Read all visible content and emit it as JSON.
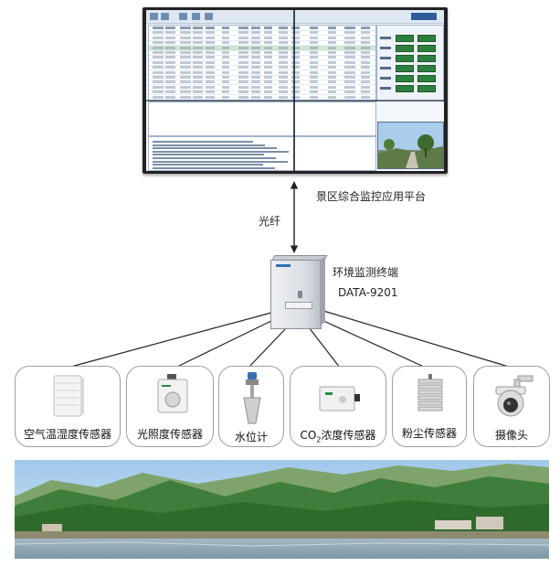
{
  "platform": {
    "label": "景区综合监控应用平台"
  },
  "link": {
    "label": "光纤"
  },
  "terminal": {
    "title": "环境监测终端",
    "model": "DATA-9201"
  },
  "sensors": [
    {
      "id": "air",
      "label": "空气温湿度传感器"
    },
    {
      "id": "light",
      "label": "光照度传感器"
    },
    {
      "id": "water",
      "label": "水位计"
    },
    {
      "id": "co2",
      "label_prefix": "CO",
      "label_sub": "2",
      "label_suffix": "浓度传感器"
    },
    {
      "id": "dust",
      "label": "粉尘传感器"
    },
    {
      "id": "camera",
      "label": "摄像头"
    }
  ],
  "colors": {
    "line": "#222222",
    "screen_bg": "#f3f6fb",
    "button_green": "#2d7f3e",
    "box_border": "#9aa0a6",
    "mountain": "#3f7d3a",
    "sky": "#b7d7ef",
    "water": "#8fa7b5"
  }
}
